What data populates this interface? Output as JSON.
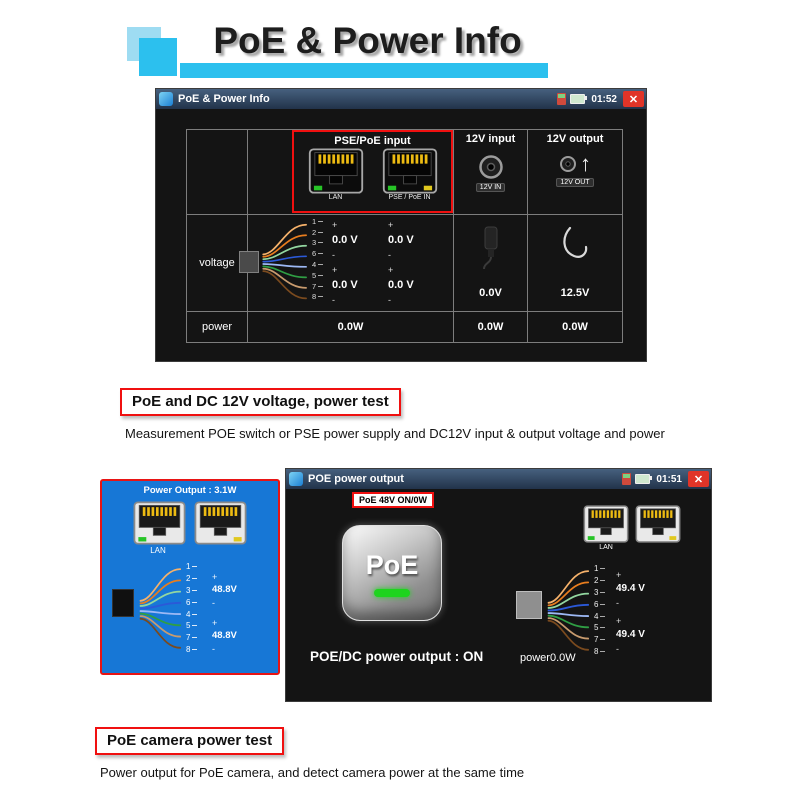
{
  "page": {
    "title": "PoE & Power Info",
    "caption1": "PoE and DC 12V voltage, power test",
    "desc1": "Measurement POE switch or PSE power supply and DC12V input & output voltage and power",
    "caption2": "PoE camera power test",
    "desc2": "Power output for PoE camera, and detect camera power at the same time"
  },
  "colors": {
    "accent_cyan": "#2cc0ee",
    "annotation_red": "#f01010",
    "panel_blue": "#1777d6",
    "indicator_green": "#1ed41e",
    "pin_yellow": "#edbb12"
  },
  "signs": {
    "plus": "+",
    "minus": "-",
    "close": "✕",
    "arrow_up": "↑"
  },
  "pins": [
    "1",
    "2",
    "3",
    "6",
    "4",
    "5",
    "7",
    "8"
  ],
  "screen1": {
    "title": "PoE & Power Info",
    "time": "01:52",
    "headers": {
      "pse": "PSE/PoE input",
      "in12": "12V input",
      "out12": "12V output"
    },
    "labels": {
      "lan": "LAN",
      "pse_in": "PSE / PoE IN",
      "in12": "12V IN",
      "out12": "12V OUT"
    },
    "voltage": {
      "label": "voltage",
      "values": [
        "0.0 V",
        "0.0 V",
        "0.0 V",
        "0.0 V"
      ],
      "in12": "0.0V",
      "out12": "12.5V"
    },
    "power": {
      "label": "power",
      "pse": "0.0W",
      "in12": "0.0W",
      "out12": "0.0W"
    }
  },
  "panel": {
    "header": "Power Output : 3.1W",
    "lan": "LAN",
    "v_top": "48.8V",
    "v_bottom": "48.8V"
  },
  "screen2": {
    "title": "POE power output",
    "time": "01:51",
    "tag": "PoE 48V ON/0W",
    "button_label": "PoE",
    "lan": "LAN",
    "v_top": "49.4 V",
    "v_bottom": "49.4 V",
    "status": "POE/DC power output : ON",
    "power": "power0.0W"
  }
}
